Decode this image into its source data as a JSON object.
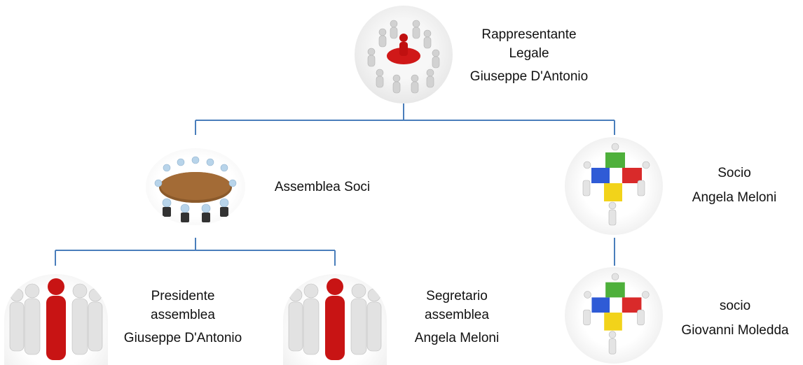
{
  "colors": {
    "connector": "#4a7ebb",
    "accent_red": "#d01818",
    "puzzle": [
      "#2f5bd6",
      "#4eb03b",
      "#d92a2a",
      "#f2d31a"
    ]
  },
  "nodes": {
    "root": {
      "role": "Rappresentante Legale",
      "role_line1": "Rappresentante",
      "role_line2": "Legale",
      "name": "Giuseppe D'Antonio",
      "icon": "meeting-circle-red-leader-icon"
    },
    "assembly": {
      "role": "Assemblea Soci",
      "icon": "round-table-meeting-icon"
    },
    "partner1": {
      "role": "Socio",
      "name": "Angela Meloni",
      "icon": "puzzle-team-icon"
    },
    "partner2": {
      "role": "socio",
      "name": "Giovanni Moledda",
      "icon": "puzzle-team-icon"
    },
    "president": {
      "role_line1": "Presidente",
      "role_line2": "assemblea",
      "name": "Giuseppe D'Antonio",
      "icon": "leader-in-crowd-icon"
    },
    "secretary": {
      "role_line1": "Segretario",
      "role_line2": "assemblea",
      "name": "Angela Meloni",
      "icon": "leader-in-crowd-icon"
    }
  }
}
